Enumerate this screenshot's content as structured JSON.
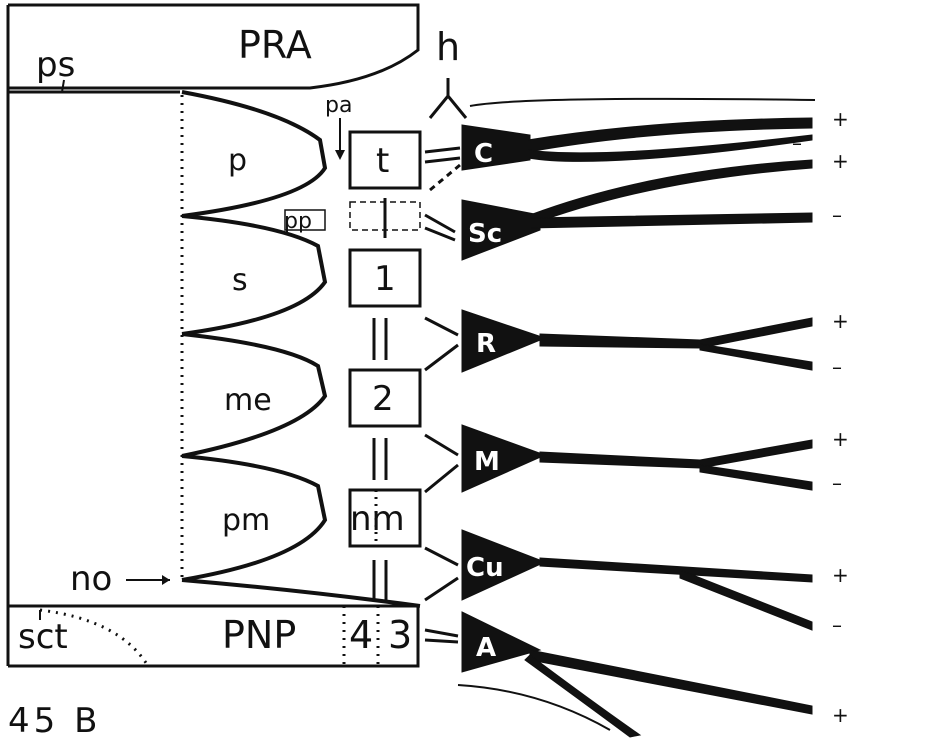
{
  "figure_label": "45 B",
  "plates": {
    "top": "PRA",
    "bottom": "PNP",
    "bottom_numbers": [
      "4",
      "3"
    ]
  },
  "side_labels": {
    "ps": "ps",
    "sct": "sct",
    "no": "no",
    "pa": "pa",
    "pp": "pp",
    "h": "h"
  },
  "lobes": [
    "p",
    "s",
    "me",
    "pm"
  ],
  "sclerites": [
    "t",
    "1",
    "2",
    "nm"
  ],
  "veins": [
    "C",
    "Sc",
    "R",
    "M",
    "Cu",
    "A"
  ],
  "signs": [
    "+",
    "–",
    "+",
    "–",
    "+",
    "–",
    "+",
    "–",
    "+",
    "–",
    "+"
  ]
}
